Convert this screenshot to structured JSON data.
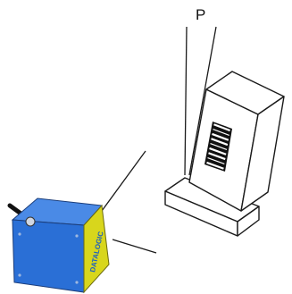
{
  "diagram": {
    "pitch_label": "P",
    "scanner": {
      "brand_text": "DATALOGIC",
      "body_color": "#2a6fd6",
      "window_color": "#d8d61c"
    },
    "package": {
      "barcode_bars": 9
    }
  }
}
